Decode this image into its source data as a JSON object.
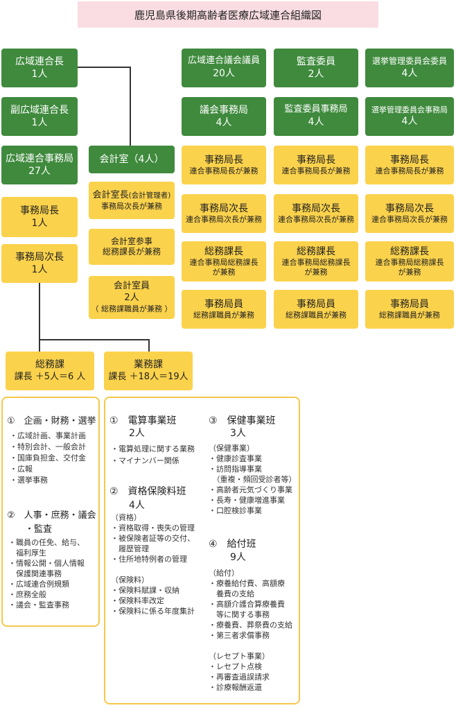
{
  "title": "鹿児島県後期高齢者医療広域連合組織図",
  "colors": {
    "green": "#3f8a3d",
    "yellow": "#fbd24c",
    "title_bg": "#f9dde3",
    "panel_border": "#f5c84a"
  },
  "left": {
    "chief": [
      "広域連合長",
      "1人"
    ],
    "vice": [
      "副広域連合長",
      "1人"
    ],
    "secretariat": [
      "広域連合事務局",
      "27人"
    ],
    "director": [
      "事務局長",
      "1人"
    ],
    "deputy": [
      "事務局次長",
      "1人"
    ]
  },
  "accounting": {
    "office": "会計室（4人）",
    "head": [
      "会計室長",
      "(会計管理者)",
      "事務局次長が兼務"
    ],
    "counselor": [
      "会計室参事",
      "総務課長が兼務"
    ],
    "staff": [
      "会計室員",
      "2人",
      "（ 総務課職員が兼務 ）"
    ]
  },
  "columns": [
    {
      "top": [
        "広域連合議会議員",
        "20人"
      ],
      "office": [
        "議会事務局",
        "4人"
      ],
      "director": [
        "事務局長",
        "連合事務局長が兼務"
      ],
      "deputy": [
        "事務局次長",
        "連合事務局次長が兼務"
      ],
      "general": [
        "総務課長",
        "連合事務局総務課長",
        "が兼務"
      ],
      "staff": [
        "事務局員",
        "総務課職員が兼務"
      ]
    },
    {
      "top": [
        "監査委員",
        "2人"
      ],
      "office": [
        "監査委員事務局",
        "4人"
      ],
      "director": [
        "事務局長",
        "連合事務局長が兼務"
      ],
      "deputy": [
        "事務局次長",
        "連合事務局次長が兼務"
      ],
      "general": [
        "総務課長",
        "連合事務局総務課長",
        "が兼務"
      ],
      "staff": [
        "事務局員",
        "総務課職員が兼務"
      ]
    },
    {
      "top": [
        "選挙管理委員会委員",
        "4人"
      ],
      "office": [
        "選挙管理委員会事務局",
        "4人"
      ],
      "director": [
        "事務局長",
        "連合事務局長が兼務"
      ],
      "deputy": [
        "事務局次長",
        "連合事務局次長が兼務"
      ],
      "general": [
        "総務課長",
        "連合事務局総務課長",
        "が兼務"
      ],
      "staff": [
        "事務局員",
        "総務課職員が兼務"
      ]
    }
  ],
  "soumu": {
    "box": [
      "総務課",
      "課長 ＋5人＝6 人"
    ],
    "sec1_title": "①　企画・財務・選挙",
    "sec1_items": [
      "・広域計画、事業計画",
      "・特別会計、一般会計",
      "・国庫負担金、交付金",
      "・広報",
      "・選挙事務"
    ],
    "sec2_title": [
      "②　人事・庶務・議会",
      "・監査"
    ],
    "sec2_items": [
      "・職員の任免、給与、",
      "　福利厚生",
      "・情報公開・個人情報",
      "　保護関連事務",
      "・広域連合例規類",
      "・庶務全般",
      "・議会・監査事務"
    ]
  },
  "gyomu": {
    "box": [
      "業務課",
      "課長 ＋18人＝19人"
    ],
    "s1_title": "①　電算事業班",
    "s1_count": "2人",
    "s1_items": [
      "・電算処理に関する業務",
      "・マイナンバー関係"
    ],
    "s2_title": "②　資格保険料班",
    "s2_count": "4人",
    "s2_items": [
      "（資格）",
      "・資格取得・喪失の管理",
      "・被保険者証等の交付、",
      "　履歴管理",
      "・住所地特例者の管理",
      "",
      "（保険料）",
      "・保険料賦課・収納",
      "・保険料率改定",
      "・保険料に係る年度集計"
    ],
    "s3_title": "③　保健事業班",
    "s3_count": "3人",
    "s3_items": [
      "（保健事業）",
      "・健康診査事業",
      "・訪問指導事業",
      "　（重複・頻回受診者等）",
      "・高齢者元気づくり事業",
      "・長寿・健康増進事業",
      "・口腔検診事業"
    ],
    "s4_title": "④　給付班",
    "s4_count": "9人",
    "s4_items": [
      "（給付）",
      "・療養給付費、高額療",
      "　養費の支給",
      "・高額介護合算療養費",
      "　等に関する事務",
      "・療養費、葬祭費の支給",
      "・第三者求償事務",
      "",
      "（レセプト事業）",
      "・レセプト点検",
      "・再審査過誤請求",
      "・診療報酬返還"
    ]
  }
}
